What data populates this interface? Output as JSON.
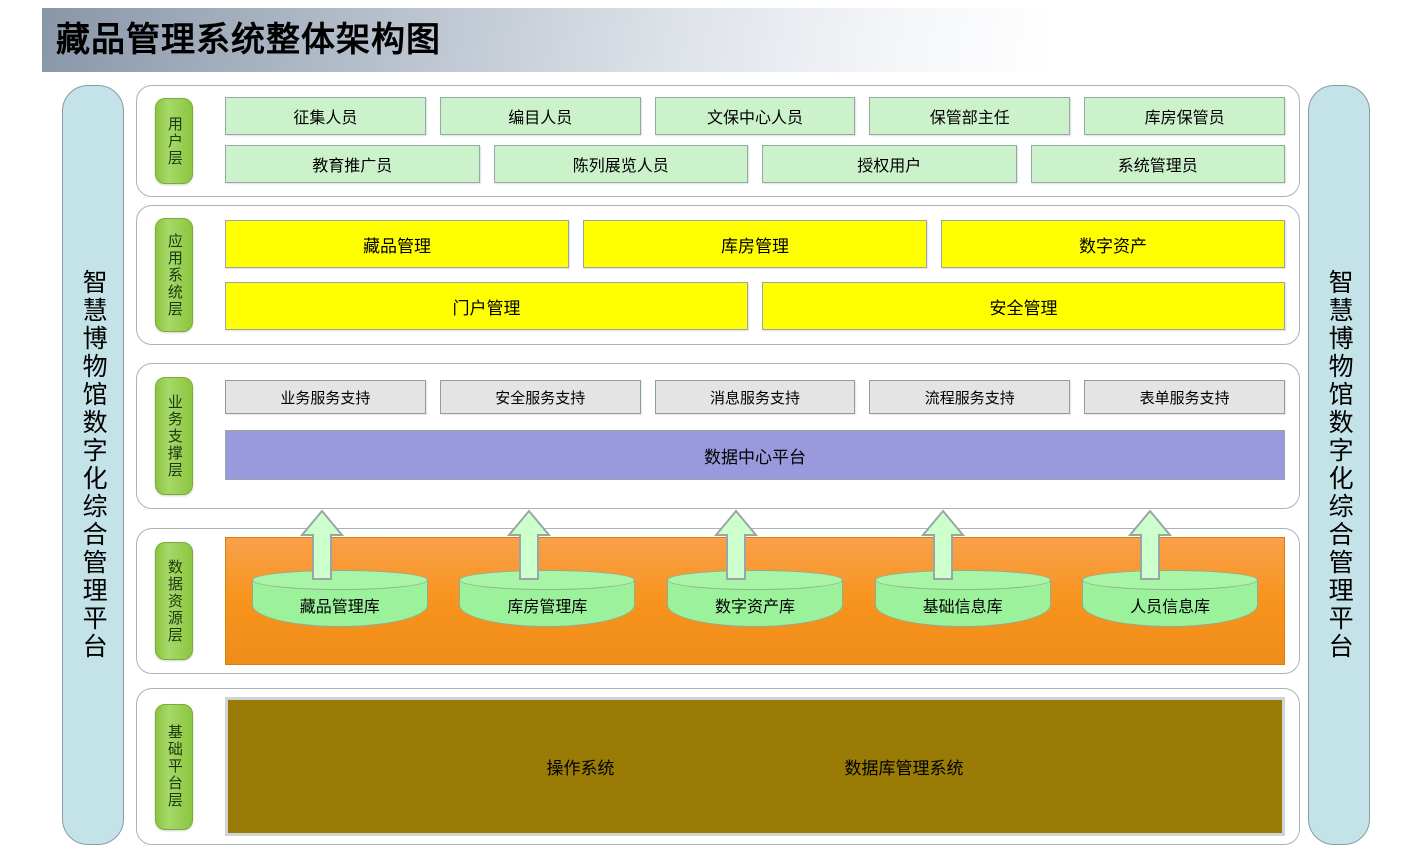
{
  "title": "藏品管理系统整体架构图",
  "side_platform_label": "智慧博物馆数字化综合管理平台",
  "colors": {
    "user_box": "#CCF2CC",
    "app_box": "#FFFF00",
    "service_box": "#E4E4E4",
    "data_center": "#9B99DD",
    "data_band": "#F7941D",
    "database": "#9BF29B",
    "base_band": "#9A7B06",
    "layer_tab": "#8CC63F",
    "side_bar": "#C4E3E8",
    "arrow": "#CCFFCC"
  },
  "layers": [
    {
      "id": "user",
      "tab_label": "用户层",
      "rows": [
        [
          "征集人员",
          "编目人员",
          "文保中心人员",
          "保管部主任",
          "库房保管员"
        ],
        [
          "教育推广员",
          "陈列展览人员",
          "授权用户",
          "系统管理员"
        ]
      ]
    },
    {
      "id": "app",
      "tab_label": "应用系统层",
      "rows": [
        [
          "藏品管理",
          "库房管理",
          "数字资产"
        ],
        [
          "门户管理",
          "安全管理"
        ]
      ]
    },
    {
      "id": "support",
      "tab_label": "业务支撑层",
      "services": [
        "业务服务支持",
        "安全服务支持",
        "消息服务支持",
        "流程服务支持",
        "表单服务支持"
      ],
      "platform_bar": "数据中心平台"
    },
    {
      "id": "data",
      "tab_label": "数据资源层",
      "databases": [
        "藏品管理库",
        "库房管理库",
        "数字资产库",
        "基础信息库",
        "人员信息库"
      ]
    },
    {
      "id": "base",
      "tab_label": "基础平台层",
      "items": [
        "操作系统",
        "数据库管理系统"
      ]
    }
  ],
  "arrows": {
    "count": 5,
    "direction": "up",
    "from": "数据资源层",
    "to": "业务支撑层"
  }
}
